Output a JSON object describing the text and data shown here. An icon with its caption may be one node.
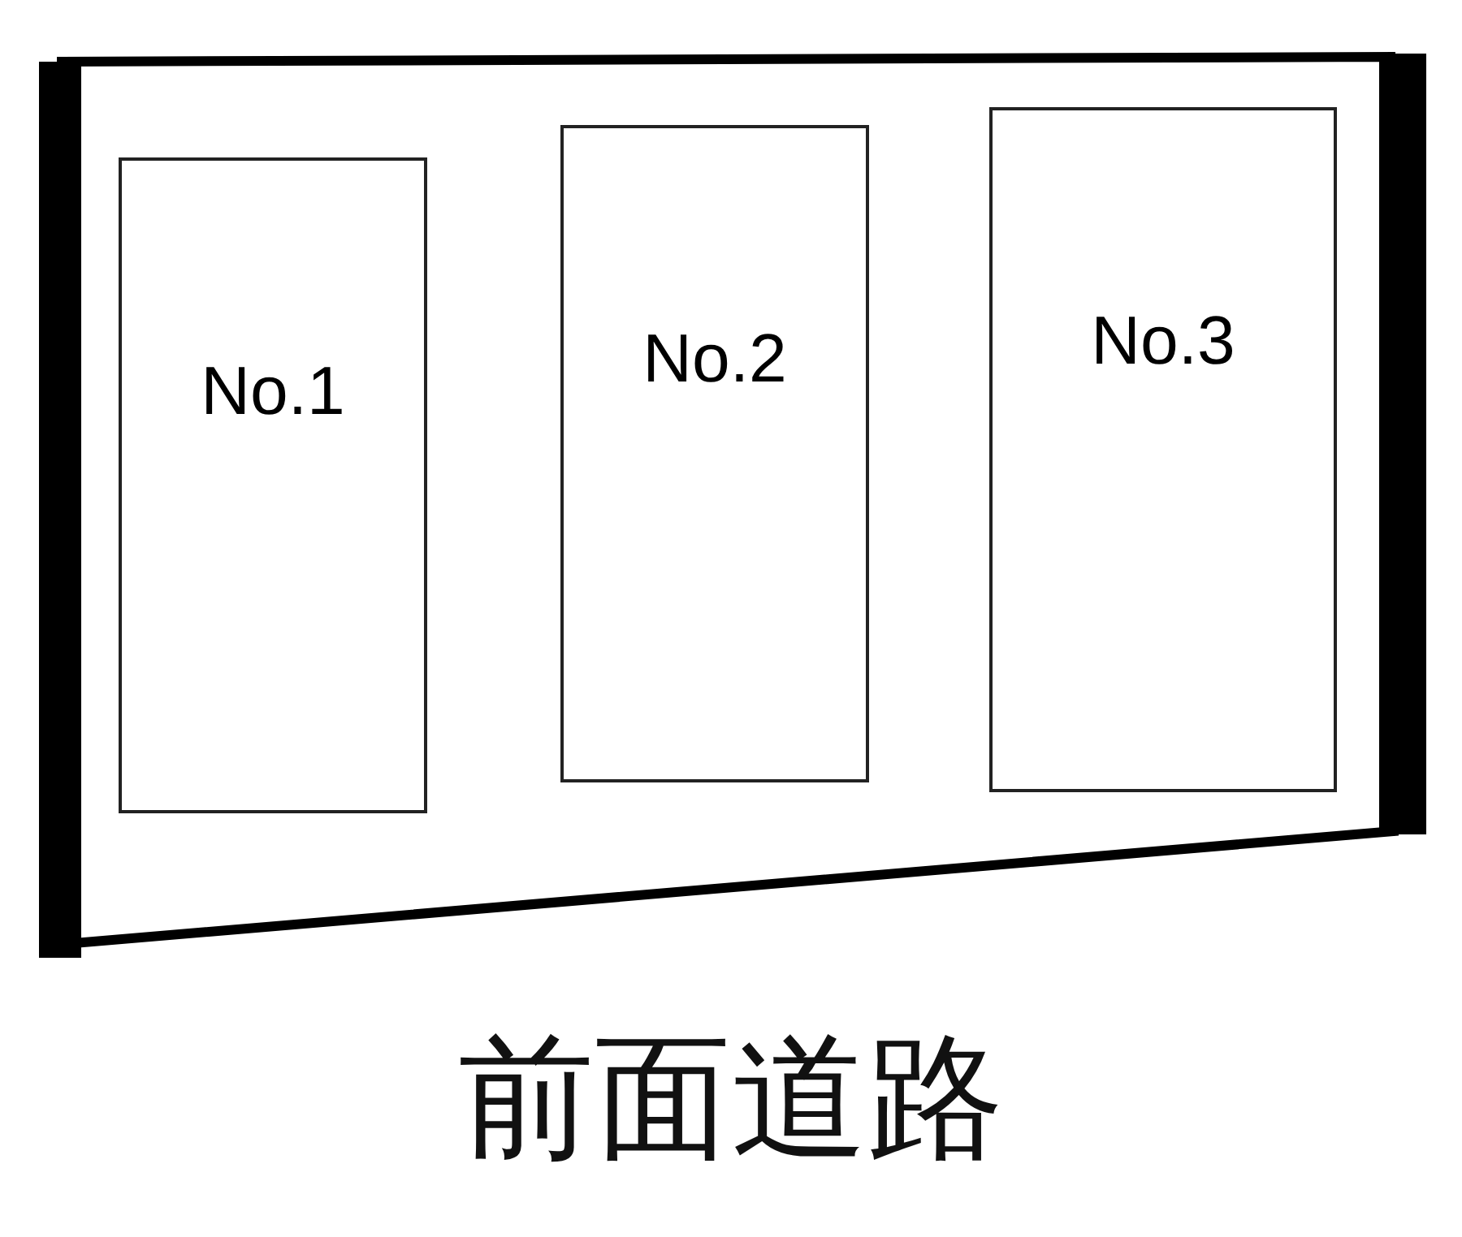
{
  "diagram": {
    "nodes": [
      {
        "text": [],
        "shape": "box"
      },
      {
        "text": [
          "No.1"
        ],
        "in": 0
      },
      {
        "text": [
          "No.2"
        ],
        "in": 0
      },
      {
        "text": [
          "No.3"
        ],
        "in": 0
      }
    ],
    "labels": [
      "前面道路"
    ]
  }
}
